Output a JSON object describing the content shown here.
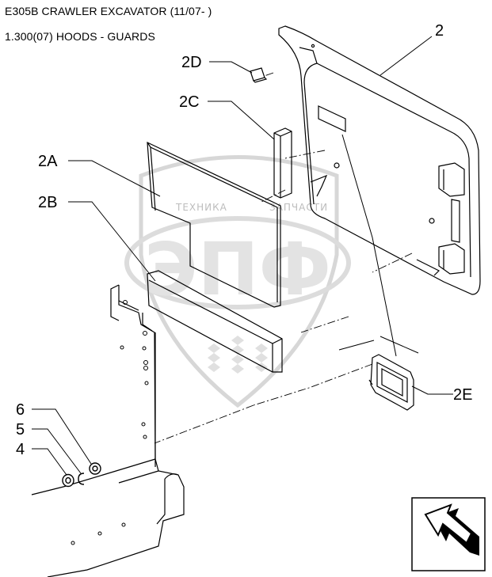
{
  "header": {
    "title": "E305B CRAWLER EXCAVATOR (11/07- )",
    "subtitle": "1.300(07) HOODS - GUARDS"
  },
  "callouts": {
    "c2": "2",
    "c2a": "2A",
    "c2b": "2B",
    "c2c": "2C",
    "c2d": "2D",
    "c2e": "2E",
    "c4": "4",
    "c5": "5",
    "c6": "6"
  },
  "watermark": {
    "left_word": "ТЕХНИКА",
    "right_word": "ЗАПЧАСТИ",
    "logo": "ЭПФ"
  },
  "icons": {
    "nav_arrow": "next-page-arrow-icon"
  },
  "colors": {
    "line": "#000000",
    "watermark": "#d9d9d9"
  }
}
